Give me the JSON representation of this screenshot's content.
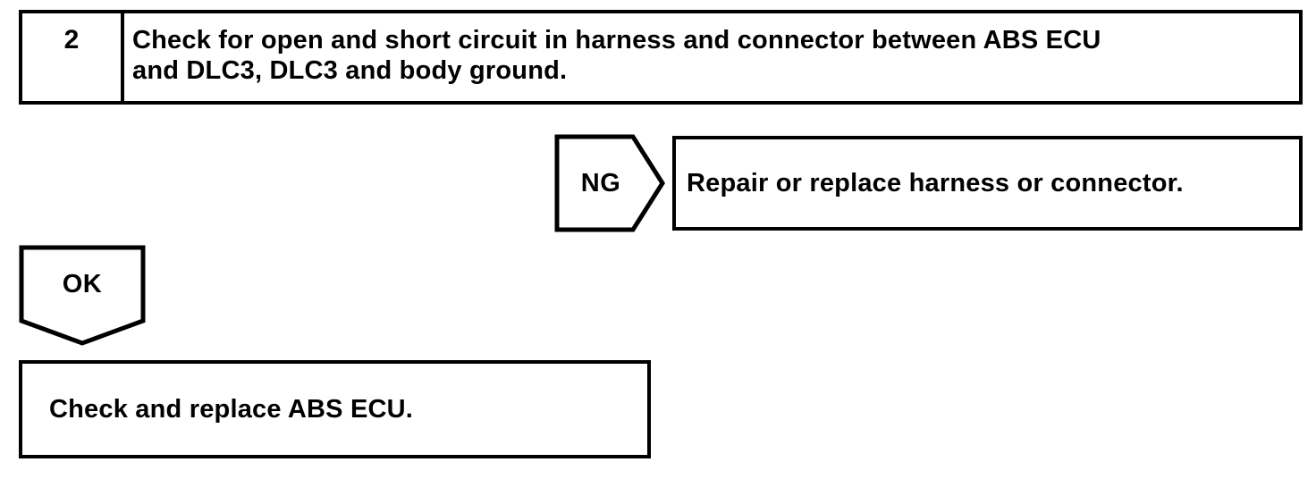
{
  "flowchart": {
    "step": {
      "number": "2",
      "instruction": "Check for open and short circuit in harness and connector between ABS ECU and DLC3, DLC3 and body ground.",
      "instruction_lines": [
        "Check for open and short circuit in harness and connector between ABS ECU",
        "and DLC3, DLC3 and body ground."
      ]
    },
    "ng_branch": {
      "label": "NG",
      "action": "Repair or replace harness or connector."
    },
    "ok_branch": {
      "label": "OK",
      "action": "Check and replace ABS ECU."
    },
    "colors": {
      "ink": "#000000",
      "background": "#ffffff"
    }
  }
}
